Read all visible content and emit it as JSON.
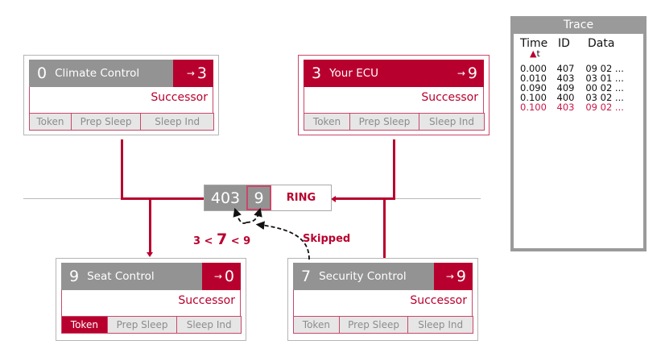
{
  "nodes": {
    "climate": {
      "id": "0",
      "name": "Climate Control",
      "arrow": "→",
      "successor": "3",
      "successor_label": "Successor",
      "states": [
        "Token",
        "Prep Sleep",
        "Sleep Ind"
      ],
      "active_state": null
    },
    "your_ecu": {
      "id": "3",
      "name": "Your ECU",
      "arrow": "→",
      "successor": "9",
      "successor_label": "Successor",
      "states": [
        "Token",
        "Prep Sleep",
        "Sleep Ind"
      ],
      "active_state": null
    },
    "seat": {
      "id": "9",
      "name": "Seat Control",
      "arrow": "→",
      "successor": "0",
      "successor_label": "Successor",
      "states": [
        "Token",
        "Prep Sleep",
        "Sleep Ind"
      ],
      "active_state": "Token"
    },
    "security": {
      "id": "7",
      "name": "Security Control",
      "arrow": "→",
      "successor": "9",
      "successor_label": "Successor",
      "states": [
        "Token",
        "Prep Sleep",
        "Sleep Ind"
      ],
      "active_state": null
    }
  },
  "message": {
    "id": "403",
    "data": "9",
    "type": "RING"
  },
  "annotations": {
    "compare_left": "3 <",
    "compare_mid": "7",
    "compare_right": "< 9",
    "skipped": "Skipped"
  },
  "trace": {
    "title": "Trace",
    "columns": [
      "Time",
      "ID",
      "Data"
    ],
    "sort_indicator": "▲",
    "sort_label": "t",
    "rows": [
      {
        "time": "0.000",
        "id": "407",
        "data": "09 02 ...",
        "highlight": false
      },
      {
        "time": "0.010",
        "id": "403",
        "data": "03 01 ...",
        "highlight": false
      },
      {
        "time": "0.090",
        "id": "409",
        "data": "00 02 ...",
        "highlight": false
      },
      {
        "time": "0.100",
        "id": "400",
        "data": "03 02 ...",
        "highlight": false
      },
      {
        "time": "0.100",
        "id": "403",
        "data": "09 02 ...",
        "highlight": true
      }
    ]
  },
  "colors": {
    "accent": "#b8002e",
    "grey": "#939393",
    "state_bg": "#e6e6e6"
  }
}
